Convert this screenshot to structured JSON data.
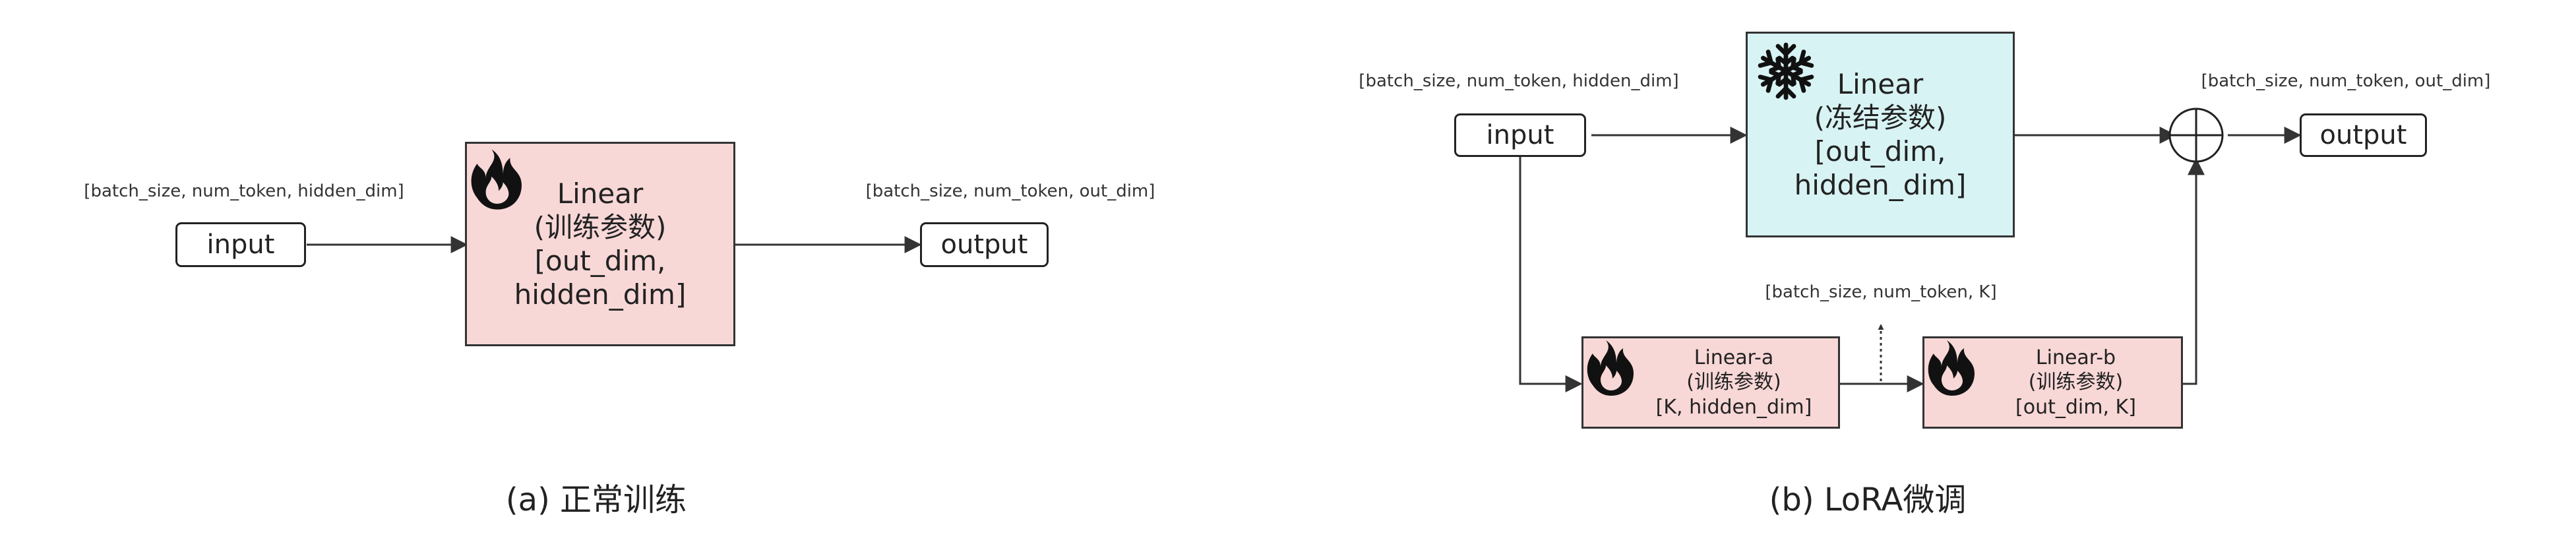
{
  "panel_a": {
    "input_label": "input",
    "output_label": "output",
    "linear_lines": [
      "Linear",
      "(训练参数)",
      "[out_dim,",
      "hidden_dim]"
    ],
    "input_shape": "[batch_size, num_token, hidden_dim]",
    "output_shape": "[batch_size, num_token, out_dim]",
    "caption": "(a) 正常训练",
    "linear_icon": "flame-icon"
  },
  "panel_b": {
    "input_label": "input",
    "output_label": "output",
    "linear_lines": [
      "Linear",
      "(冻结参数)",
      "[out_dim,",
      "hidden_dim]"
    ],
    "linear_a_lines": [
      "Linear-a",
      "(训练参数)",
      "[K, hidden_dim]"
    ],
    "linear_b_lines": [
      "Linear-b",
      "(训练参数)",
      "[out_dim, K]"
    ],
    "input_shape": "[batch_size, num_token, hidden_dim]",
    "output_shape": "[batch_size, num_token, out_dim]",
    "mid_shape": "[batch_size, num_token, K]",
    "caption": "(b) LoRA微调",
    "linear_icon": "snowflake-icon",
    "lora_icon": "flame-icon",
    "sum_icon": "circle-plus-icon"
  },
  "colors": {
    "trainable_fill": "#f8d7d7",
    "frozen_fill": "#d8f3f3",
    "stroke": "#222222"
  }
}
